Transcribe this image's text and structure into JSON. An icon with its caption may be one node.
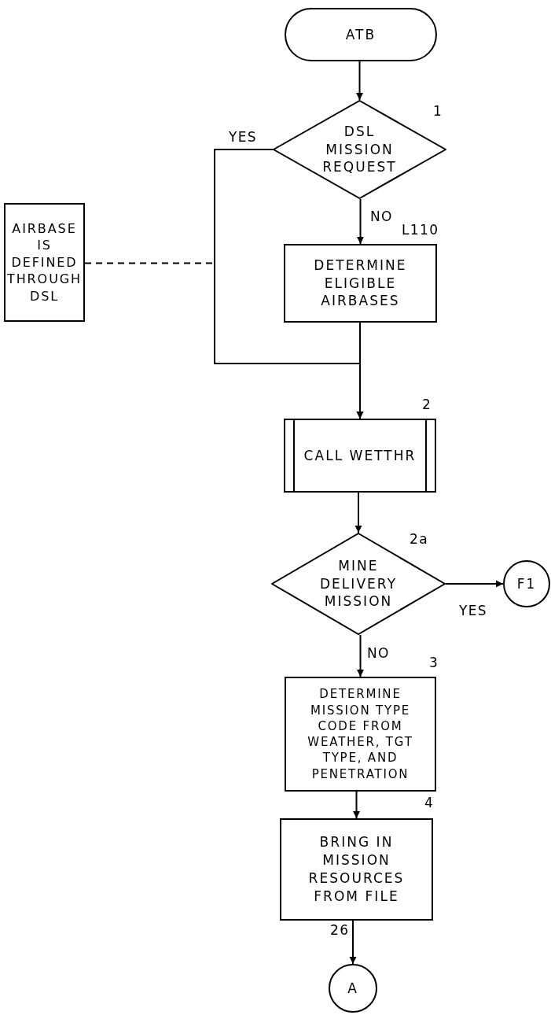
{
  "diagram": {
    "nodes": [
      {
        "text": [
          "ATB"
        ]
      },
      {
        "text": [
          "DSL MISSION REQUEST"
        ],
        "beside": [
          "1"
        ]
      },
      {
        "text": [
          "AIRBASE IS DEFINED THROUGH DSL"
        ]
      },
      {
        "text": [
          "DETERMINE ELIGIBLE AIRBASES"
        ],
        "beside": [
          "L110"
        ]
      },
      {
        "text": [
          "CALL WETTHR"
        ],
        "beside": [
          "2"
        ]
      },
      {
        "text": [
          "MINE DELIVERY MISSION"
        ],
        "beside": [
          "2a"
        ]
      },
      {
        "text": [
          "F1"
        ]
      },
      {
        "text": [
          "DETERMINE MISSION TYPE CODE FROM WEATHER, TGT TYPE, AND PENETRATION"
        ],
        "beside": [
          "3"
        ]
      },
      {
        "text": [
          "BRING IN MISSION RESOURCES FROM FILE"
        ],
        "beside": [
          "4",
          "26"
        ]
      },
      {
        "text": [
          "A"
        ]
      }
    ],
    "edges": [
      {
        "from": 0,
        "to": 1,
        "arrow": "to"
      },
      {
        "from": 1,
        "to": 4,
        "arrow": "to",
        "label": "YES"
      },
      {
        "from": 1,
        "to": 3,
        "arrow": "to",
        "label": "NO"
      },
      {
        "from": 3,
        "to": 4,
        "arrow": "to"
      },
      {
        "from": 2,
        "to": null,
        "arrow": "none",
        "style": "dashed"
      },
      {
        "from": 4,
        "to": 5,
        "arrow": "to"
      },
      {
        "from": 5,
        "to": 6,
        "arrow": "to",
        "label": "YES"
      },
      {
        "from": 5,
        "to": 7,
        "arrow": "to",
        "label": "NO"
      },
      {
        "from": 7,
        "to": 8,
        "arrow": "to"
      },
      {
        "from": 8,
        "to": 9,
        "arrow": "to"
      }
    ]
  }
}
